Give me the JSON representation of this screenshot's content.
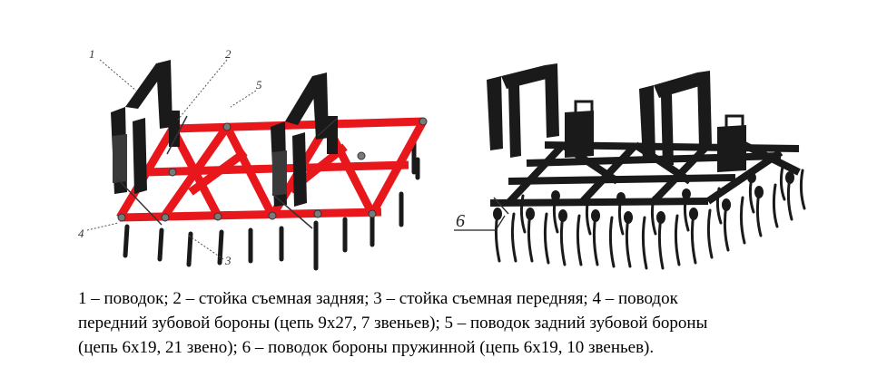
{
  "callouts": {
    "c1": "1",
    "c2": "2",
    "c3": "3",
    "c4": "4",
    "c5": "5",
    "c6": "6"
  },
  "colors": {
    "red_frame": "#e8171c",
    "black_frame": "#1a1a1a",
    "dark_steel": "#2a2a2a"
  },
  "caption": {
    "line1": "1 – поводок; 2 – стойка съемная задняя; 3 – стойка съемная передняя; 4 – поводок",
    "line2": "передний зубовой бороны (цепь 9х27, 7 звеньев); 5 – поводок задний зубовой бороны",
    "line3": "(цепь 6х19, 21 звено); 6 – поводок бороны пружинной (цепь 6х19, 10 звеньев)."
  }
}
